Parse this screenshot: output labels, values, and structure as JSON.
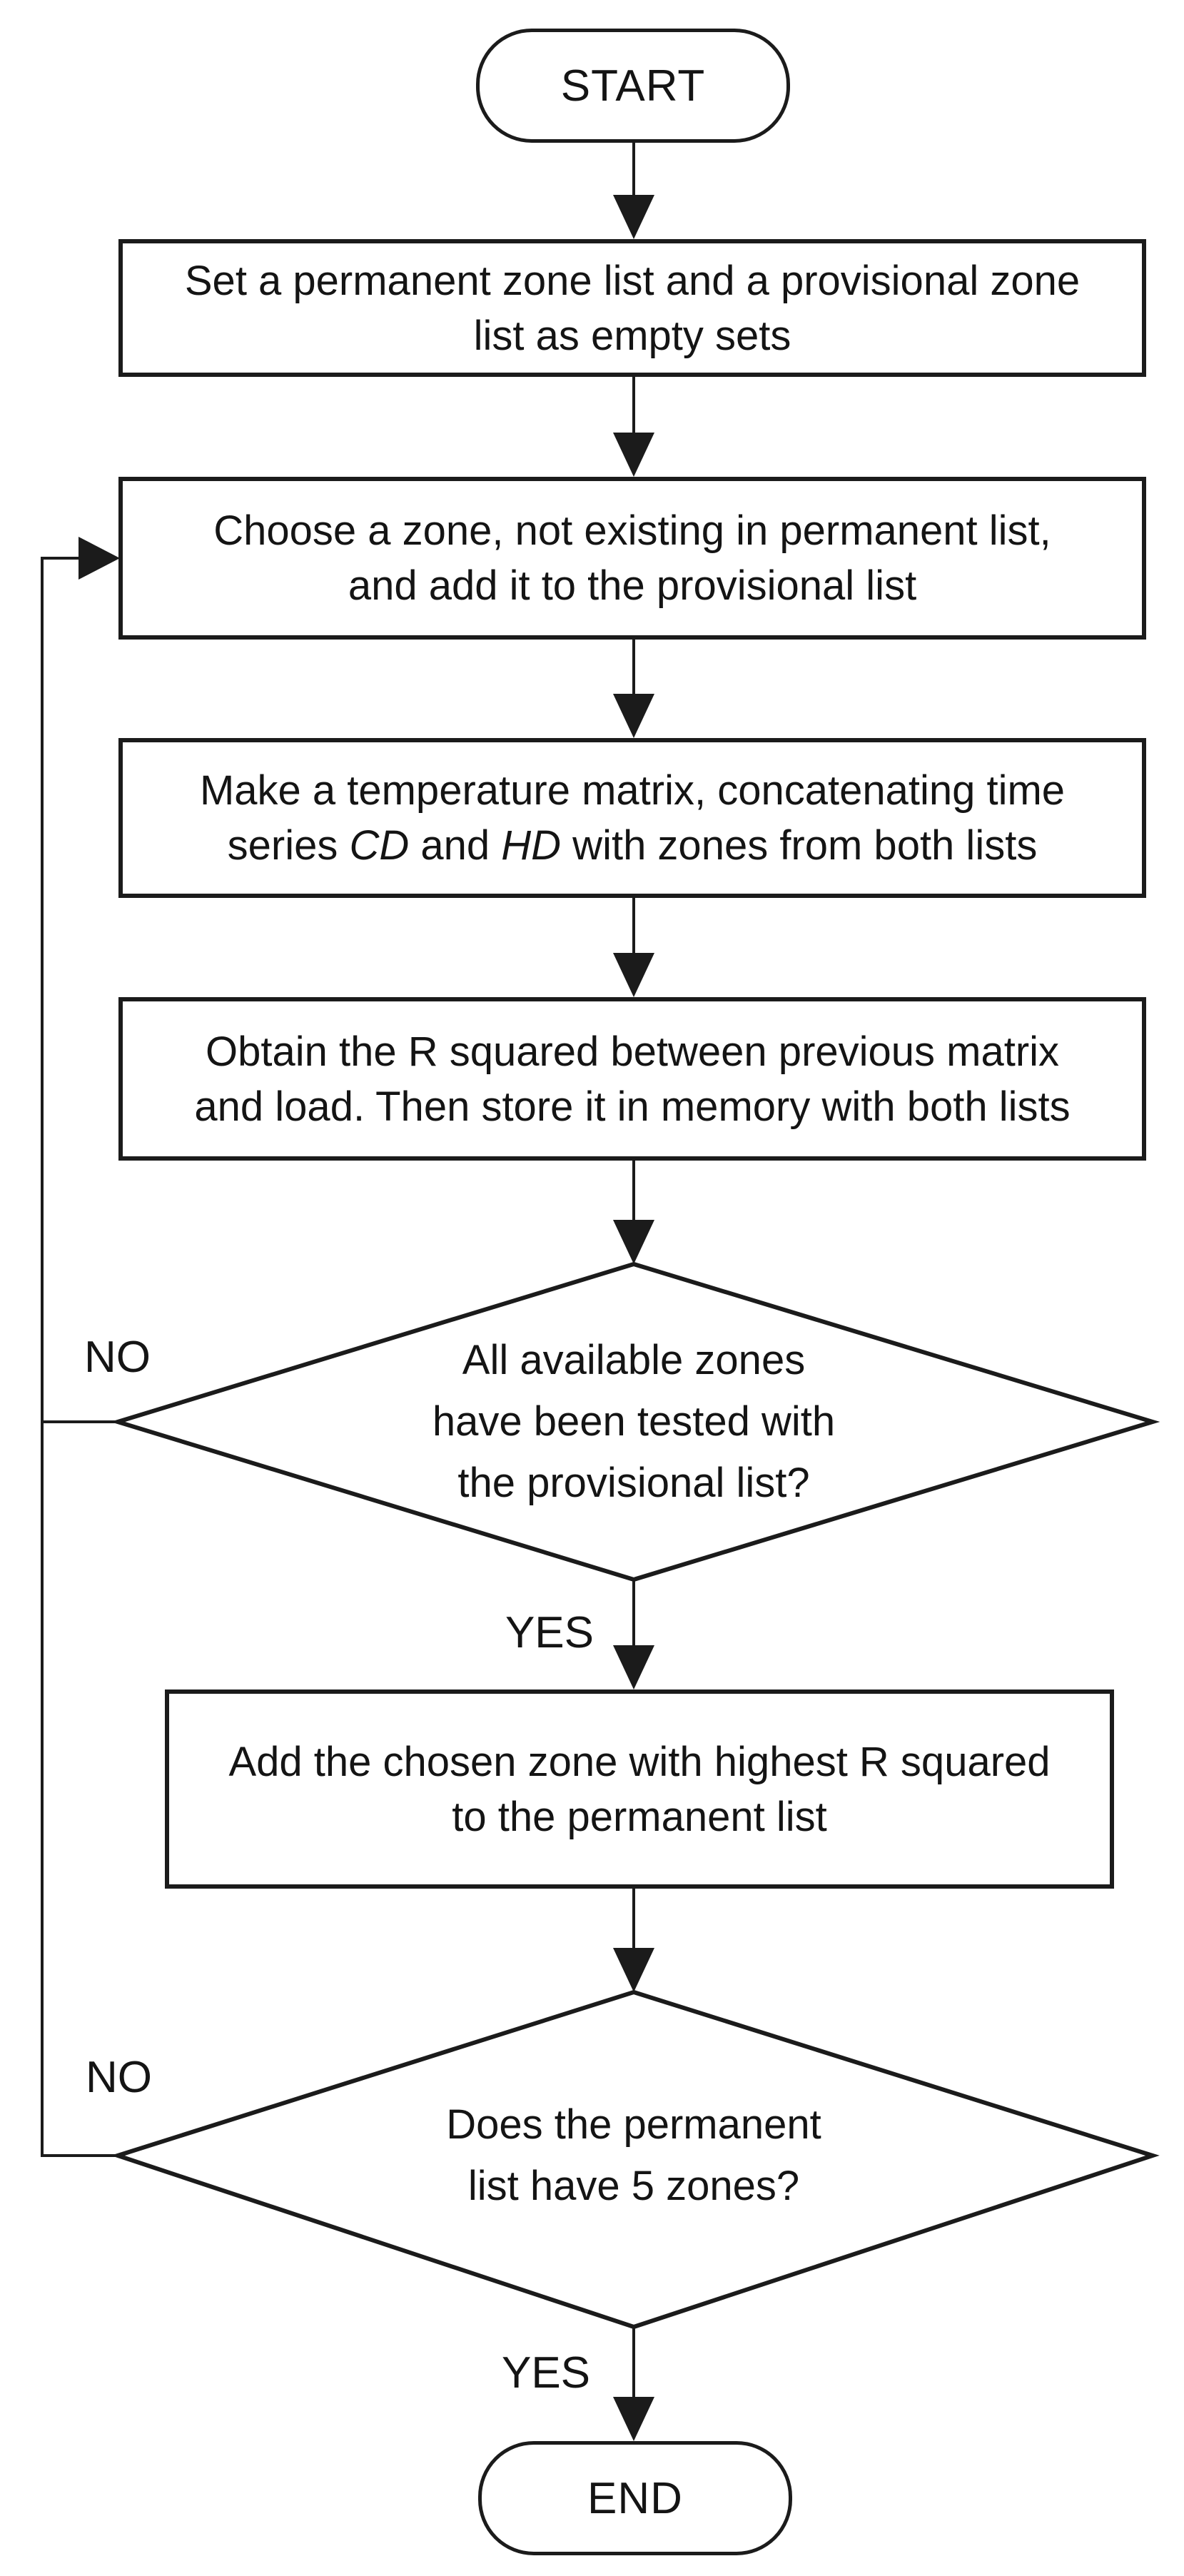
{
  "flowchart": {
    "start_label": "START",
    "end_label": "END",
    "step_init": {
      "line1": "Set a permanent zone list and a provisional zone",
      "line2": "list as empty sets"
    },
    "step_choose": {
      "line1": "Choose a zone, not existing in permanent list,",
      "line2": "and add it to the provisional list"
    },
    "step_matrix": {
      "line1": "Make a temperature matrix, concatenating time",
      "line2_pre": "series ",
      "line2_cd": "CD",
      "line2_mid": " and ",
      "line2_hd": "HD",
      "line2_post": " with zones from both lists"
    },
    "step_rsquared": {
      "line1": "Obtain the R squared between previous matrix",
      "line2": "and load. Then store it in memory with both lists"
    },
    "decision_all_tested": {
      "line1": "All available zones",
      "line2": "have been tested with",
      "line3": "the provisional list?"
    },
    "step_add": {
      "line1": "Add the chosen zone with highest R squared",
      "line2": "to the permanent list"
    },
    "decision_five_zones": {
      "line1": "Does the permanent",
      "line2": "list have 5 zones?"
    },
    "labels": {
      "no_all_tested": "NO",
      "yes_all_tested": "YES",
      "no_five_zones": "NO",
      "yes_five_zones": "YES"
    },
    "colors": {
      "stroke": "#1b1b1b",
      "background": "#ffffff",
      "text": "#141414"
    }
  }
}
